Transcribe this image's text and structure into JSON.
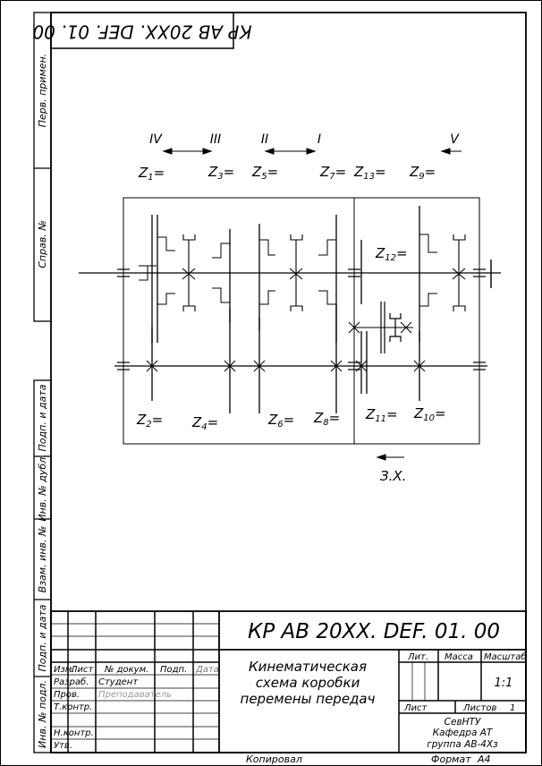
{
  "drawing_number": "КР АВ 20XX. DEF. 01. 00",
  "drawing_number_rotated": "КР АВ 20XX. DEF. 01. 00",
  "drawing_title_lines": [
    "Кинематическая",
    "схема коробки",
    "перемены передач"
  ],
  "left_strip": {
    "top": [
      "Перв. примен.",
      "Справ. №"
    ],
    "bottom": [
      "Подп. и дата",
      "Инв. № дубл.",
      "Взам. инв. №",
      "Подп. и дата",
      "Инв. № подл."
    ]
  },
  "gear_labels": {
    "top": [
      "Z",
      "Z",
      "Z",
      "Z",
      "Z",
      "Z"
    ],
    "top_subs": [
      "1",
      "3",
      "5",
      "7",
      "13",
      "9"
    ],
    "bottom": [
      "Z",
      "Z",
      "Z",
      "Z",
      "Z",
      "Z"
    ],
    "bottom_subs": [
      "2",
      "4",
      "6",
      "8",
      "11",
      "10"
    ],
    "inner": "Z",
    "inner_sub": "12",
    "eq": "="
  },
  "gear_numbers": [
    "IV",
    "III",
    "II",
    "I",
    "V"
  ],
  "reverse_label": "З.Х.",
  "title_block": {
    "col_headers": [
      "Изм.",
      "Лист",
      "№ докум.",
      "Подп.",
      "Дата"
    ],
    "roles": [
      "Разраб.",
      "Пров.",
      "Т.контр.",
      "",
      "Н.контр.",
      "Утв."
    ],
    "names": [
      "Студент",
      "Преподаватель",
      "",
      "",
      "",
      ""
    ],
    "lit_header": "Лит.",
    "mass_header": "Масса",
    "scale_header": "Масштаб",
    "scale_value": "1:1",
    "sheet_label": "Лист",
    "sheets_label": "Листов",
    "sheets_value": "1",
    "org_lines": [
      "СевНТУ",
      "Кафедра АТ",
      "группа АВ-4Хз"
    ]
  },
  "bottom_line": {
    "copied": "Копировал",
    "format_label": "Формат",
    "format_value": "А4"
  }
}
